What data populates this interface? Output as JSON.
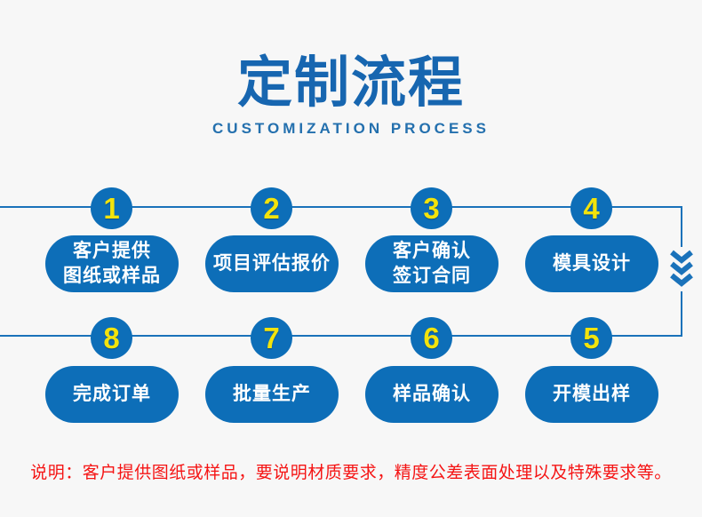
{
  "title": {
    "main": "定制流程",
    "subtitle": "CUSTOMIZATION PROCESS"
  },
  "flow": {
    "row1": [
      {
        "number": "1",
        "label": "客户提供\n图纸或样品"
      },
      {
        "number": "2",
        "label": "项目评估报价"
      },
      {
        "number": "3",
        "label": "客户确认\n签订合同"
      },
      {
        "number": "4",
        "label": "模具设计"
      }
    ],
    "row2": [
      {
        "number": "8",
        "label": "完成订单"
      },
      {
        "number": "7",
        "label": "批量生产"
      },
      {
        "number": "6",
        "label": "样品确认"
      },
      {
        "number": "5",
        "label": "开模出样"
      }
    ],
    "direction_icon": "triple-chevron-down"
  },
  "note": {
    "text": "说明：客户提供图纸或样品，要说明材质要求，精度公差表面处理以及特殊要求等。"
  },
  "colors": {
    "shape_blue": "#0d6eb8",
    "line_blue": "#1a72ba",
    "title_blue": "#1766b0",
    "subtitle_blue": "#2470ae",
    "number_yellow": "#f2e30c",
    "note_red": "#f51414",
    "background": "#f7f7f7"
  }
}
